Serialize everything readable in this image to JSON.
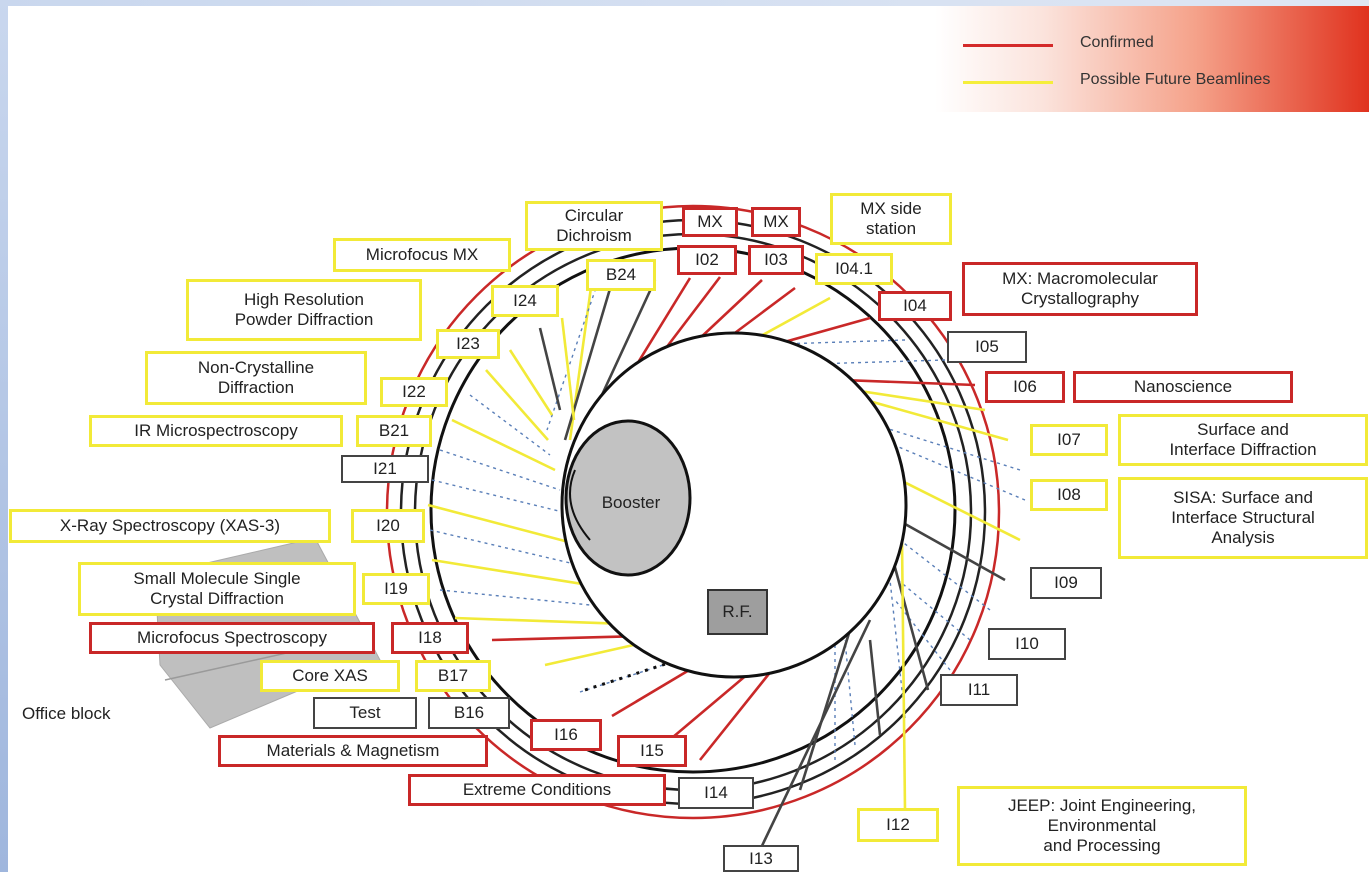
{
  "legend": {
    "confirmed": "Confirmed",
    "future": "Possible Future Beamlines",
    "confirmed_color": "#d42a2a",
    "future_color": "#f5ee3a"
  },
  "buildings": {
    "booster": "Booster",
    "rf": "R.F.",
    "office": "Office block"
  },
  "colors": {
    "confirmed": "#c92828",
    "future": "#f2ea38",
    "existing": "#444444",
    "block_fill": "#bfbfbf"
  },
  "labels": [
    {
      "id": "mx-1",
      "text": "MX",
      "color": "red"
    },
    {
      "id": "mx-2",
      "text": "MX",
      "color": "red"
    },
    {
      "id": "circular-dichroism",
      "text": "Circular\nDichroism",
      "color": "yellow"
    },
    {
      "id": "mx-side-station",
      "text": "MX side\nstation",
      "color": "yellow"
    },
    {
      "id": "microfocus-mx",
      "text": "Microfocus MX",
      "color": "yellow"
    },
    {
      "id": "i02",
      "text": "I02",
      "color": "red"
    },
    {
      "id": "i03",
      "text": "I03",
      "color": "red"
    },
    {
      "id": "i04-1",
      "text": "I04.1",
      "color": "yellow"
    },
    {
      "id": "b24",
      "text": "B24",
      "color": "yellow"
    },
    {
      "id": "mx-macromolecular",
      "text": "MX: Macromolecular\nCrystallography",
      "color": "red"
    },
    {
      "id": "i24",
      "text": "I24",
      "color": "yellow"
    },
    {
      "id": "i04",
      "text": "I04",
      "color": "red"
    },
    {
      "id": "high-res-powder",
      "text": "High Resolution\nPowder Diffraction",
      "color": "yellow"
    },
    {
      "id": "i23",
      "text": "I23",
      "color": "yellow"
    },
    {
      "id": "i05",
      "text": "I05",
      "color": "black"
    },
    {
      "id": "non-crystalline",
      "text": "Non-Crystalline\nDiffraction",
      "color": "yellow"
    },
    {
      "id": "i06",
      "text": "I06",
      "color": "red"
    },
    {
      "id": "nanoscience",
      "text": "Nanoscience",
      "color": "red"
    },
    {
      "id": "i22",
      "text": "I22",
      "color": "yellow"
    },
    {
      "id": "ir-microspectroscopy",
      "text": "IR Microspectroscopy",
      "color": "yellow"
    },
    {
      "id": "b21",
      "text": "B21",
      "color": "yellow"
    },
    {
      "id": "i07",
      "text": "I07",
      "color": "yellow"
    },
    {
      "id": "surface-interface-diffraction",
      "text": "Surface and\nInterface Diffraction",
      "color": "yellow"
    },
    {
      "id": "i21",
      "text": "I21",
      "color": "black"
    },
    {
      "id": "i08",
      "text": "I08",
      "color": "yellow"
    },
    {
      "id": "sisa",
      "text": "SISA: Surface and\nInterface Structural\nAnalysis",
      "color": "yellow"
    },
    {
      "id": "xray-spectroscopy",
      "text": "X-Ray Spectroscopy (XAS-3)",
      "color": "yellow"
    },
    {
      "id": "i20",
      "text": "I20",
      "color": "yellow"
    },
    {
      "id": "small-molecule",
      "text": "Small Molecule Single\nCrystal Diffraction",
      "color": "yellow"
    },
    {
      "id": "i19",
      "text": "I19",
      "color": "yellow"
    },
    {
      "id": "i09",
      "text": "I09",
      "color": "black"
    },
    {
      "id": "microfocus-spectroscopy",
      "text": "Microfocus Spectroscopy",
      "color": "red"
    },
    {
      "id": "i18",
      "text": "I18",
      "color": "red"
    },
    {
      "id": "i10",
      "text": "I10",
      "color": "black"
    },
    {
      "id": "core-xas",
      "text": "Core XAS",
      "color": "yellow"
    },
    {
      "id": "b17",
      "text": "B17",
      "color": "yellow"
    },
    {
      "id": "i11",
      "text": "I11",
      "color": "black"
    },
    {
      "id": "test",
      "text": "Test",
      "color": "black"
    },
    {
      "id": "b16",
      "text": "B16",
      "color": "black"
    },
    {
      "id": "i16",
      "text": "I16",
      "color": "red"
    },
    {
      "id": "materials-magnetism",
      "text": "Materials & Magnetism",
      "color": "red"
    },
    {
      "id": "i15",
      "text": "I15",
      "color": "red"
    },
    {
      "id": "extreme-conditions",
      "text": "Extreme Conditions",
      "color": "red"
    },
    {
      "id": "i14",
      "text": "I14",
      "color": "black"
    },
    {
      "id": "i12",
      "text": "I12",
      "color": "yellow"
    },
    {
      "id": "jeep",
      "text": "JEEP: Joint Engineering,\nEnvironmental\nand Processing",
      "color": "yellow"
    },
    {
      "id": "i13",
      "text": "I13",
      "color": "black"
    }
  ]
}
